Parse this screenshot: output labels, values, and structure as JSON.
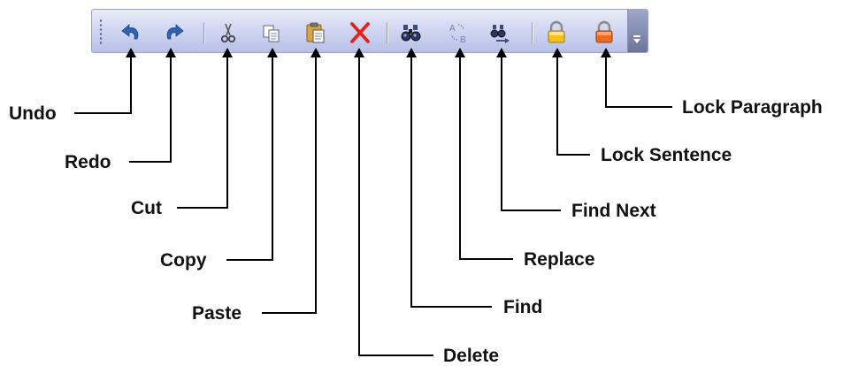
{
  "toolbar": {
    "buttons": [
      {
        "id": "undo",
        "label": "Undo",
        "icon": "undo-arrow-icon"
      },
      {
        "id": "redo",
        "label": "Redo",
        "icon": "redo-arrow-icon"
      },
      {
        "id": "cut",
        "label": "Cut",
        "icon": "scissors-icon"
      },
      {
        "id": "copy",
        "label": "Copy",
        "icon": "copy-pages-icon"
      },
      {
        "id": "paste",
        "label": "Paste",
        "icon": "clipboard-paste-icon"
      },
      {
        "id": "delete",
        "label": "Delete",
        "icon": "red-x-icon"
      },
      {
        "id": "find",
        "label": "Find",
        "icon": "binoculars-icon"
      },
      {
        "id": "replace",
        "label": "Replace",
        "icon": "replace-ab-icon"
      },
      {
        "id": "findnext",
        "label": "Find Next",
        "icon": "binoculars-next-icon"
      },
      {
        "id": "locksentence",
        "label": "Lock Sentence",
        "icon": "yellow-padlock-icon"
      },
      {
        "id": "lockparagraph",
        "label": "Lock Paragraph",
        "icon": "orange-padlock-icon"
      }
    ]
  },
  "colors": {
    "undo_redo": "#2f63b3",
    "delete": "#e2231a",
    "lock_sentence": "#f4c21b",
    "lock_paragraph": "#ef6a1f"
  }
}
